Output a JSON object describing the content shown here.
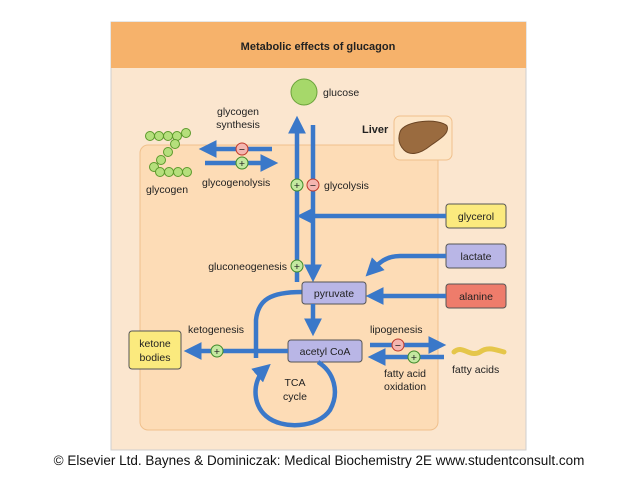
{
  "title": "Metabolic effects of glucagon",
  "organ_label": "Liver",
  "metabolites": {
    "glucose": "glucose",
    "glycogen": "glycogen",
    "glycerol": "glycerol",
    "lactate": "lactate",
    "alanine": "alanine",
    "pyruvate": "pyruvate",
    "acetyl_coa": "acetyl CoA",
    "ketone_bodies_line1": "ketone",
    "ketone_bodies_line2": "bodies",
    "fatty_acids": "fatty acids",
    "tca_line1": "TCA",
    "tca_line2": "cycle"
  },
  "processes": {
    "glycogen_synthesis_line1": "glycogen",
    "glycogen_synthesis_line2": "synthesis",
    "glycogenolysis": "glycogenolysis",
    "glycolysis": "glycolysis",
    "gluconeogenesis": "gluconeogenesis",
    "ketogenesis": "ketogenesis",
    "lipogenesis": "lipogenesis",
    "fatty_acid_oxidation_line1": "fatty acid",
    "fatty_acid_oxidation_line2": "oxidation"
  },
  "signs": {
    "plus": "+",
    "minus": "−"
  },
  "credit": "© Elsevier Ltd. Baynes & Dominiczak: Medical Biochemistry 2E www.studentconsult.com",
  "colors": {
    "outer_bg": "#fbe6cf",
    "title_bar": "#f6b26b",
    "liver_region": "#fddcb6",
    "arrow": "#3a78c9",
    "glucose_fill": "#a6d86a",
    "glycogen_bead": "#b5df7c",
    "yellow_box": "#fbea7e",
    "lavender_box": "#b9b6e6",
    "red_box": "#ee7c6b",
    "plus_fill": "#c4e8a0",
    "minus_fill": "#f4b6b0"
  }
}
